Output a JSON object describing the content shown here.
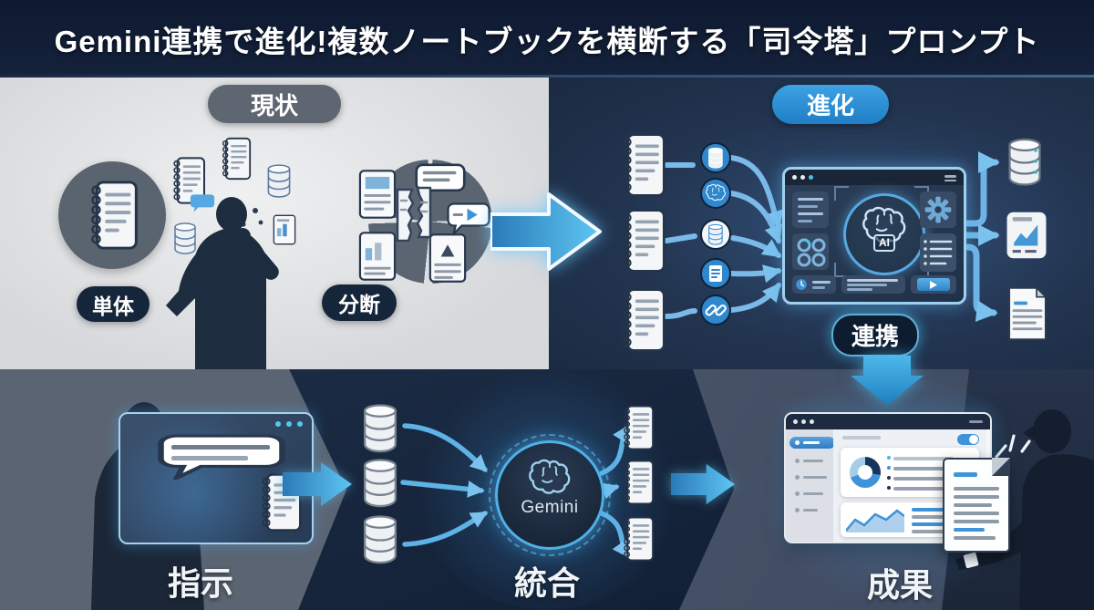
{
  "header": {
    "title": "Gemini連携で進化!複数ノートブックを横断する「司令塔」プロンプト"
  },
  "quad_current": {
    "badge": "現状",
    "standalone_label": "単体",
    "fragmented_label": "分断"
  },
  "quad_evolved": {
    "badge": "進化",
    "ai_core_label": "AI",
    "collab_label": "連携"
  },
  "flow": {
    "step_instruction": "指示",
    "step_integration": "統合",
    "step_result": "成果",
    "gemini_label": "Gemini"
  },
  "colors": {
    "header_bg": "#101c30",
    "accent_blue": "#2e8fd4",
    "glow_cyan": "#56c2f0",
    "quad_light_bg": "#d8dadd",
    "quad_dark_bg": "#22344f",
    "band_slate": "#5b6472",
    "band_navy": "#16243b",
    "pill_dark": "#15263b",
    "pill_gray": "#5d6671"
  }
}
